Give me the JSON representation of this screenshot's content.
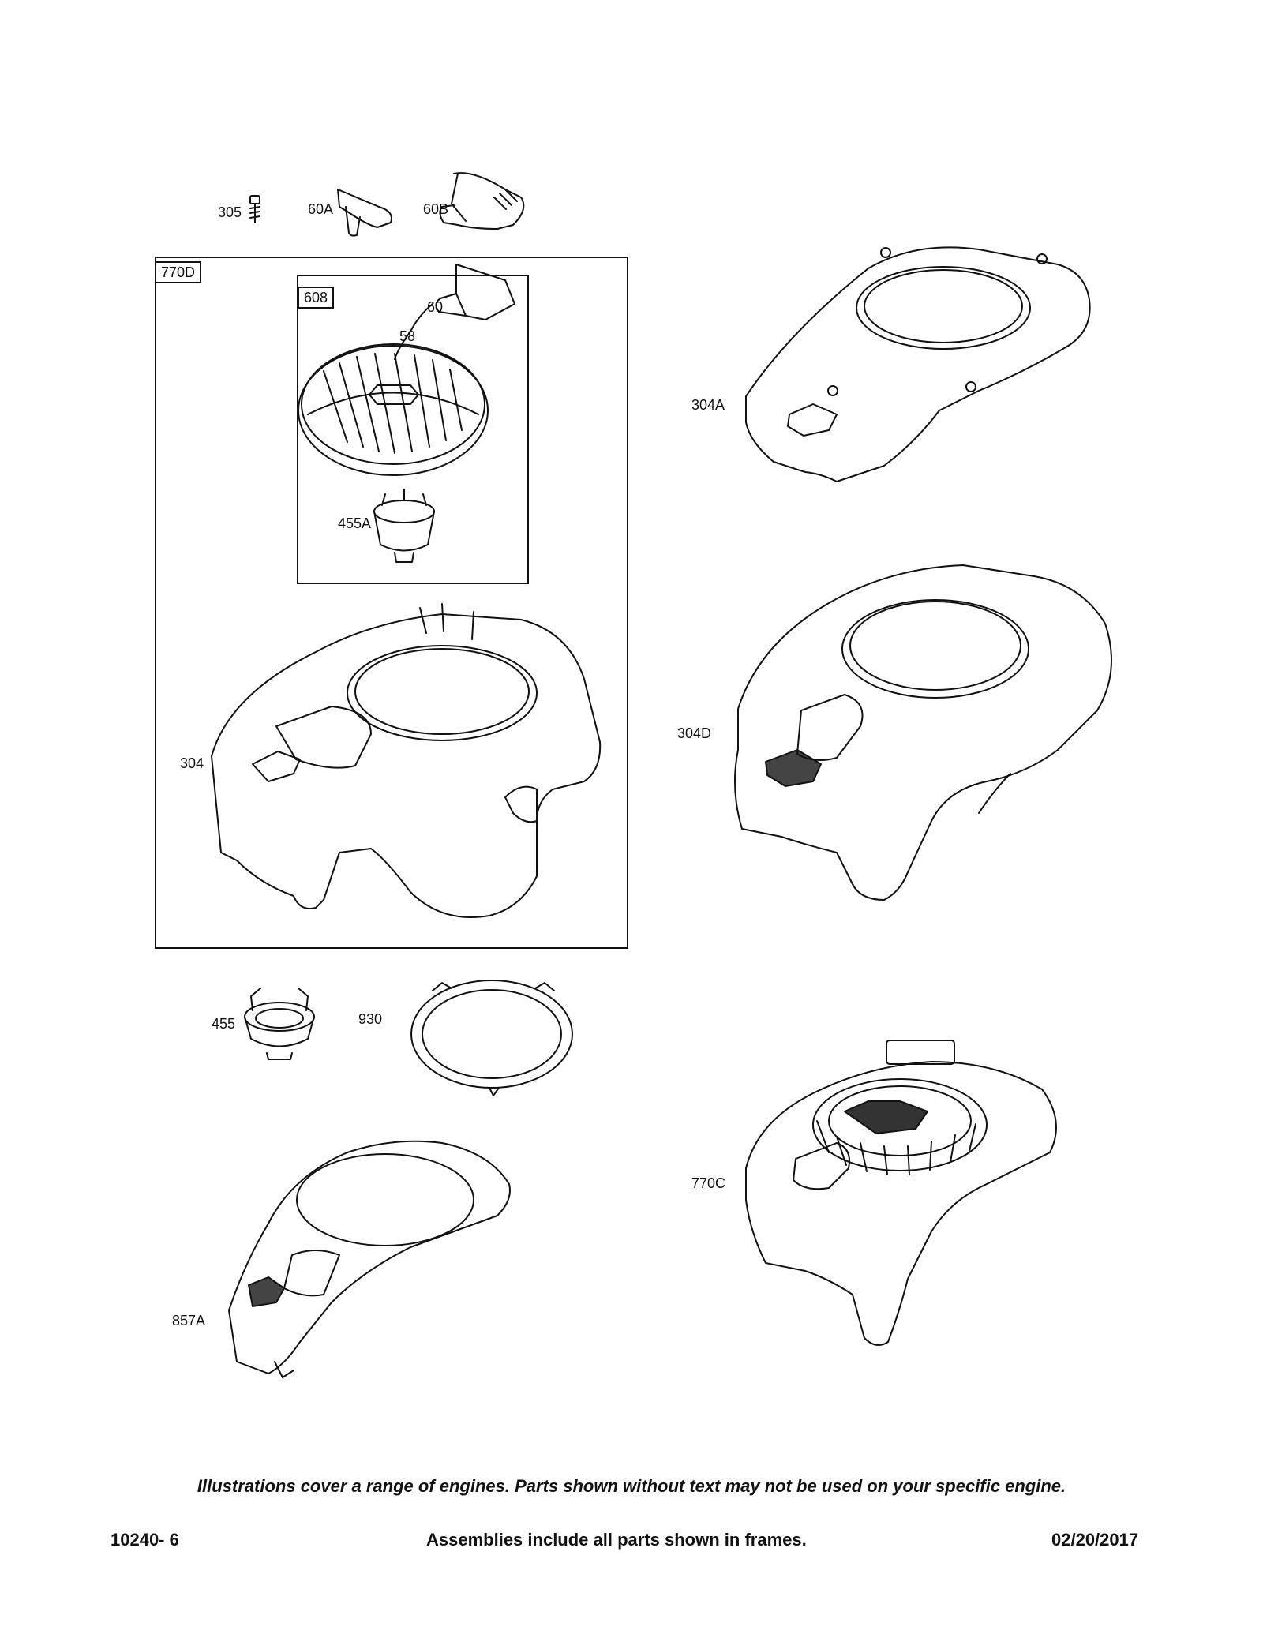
{
  "frames": {
    "outer_tag": "770D",
    "inner_tag": "608"
  },
  "callouts": {
    "c305": "305",
    "c60A": "60A",
    "c60B": "60B",
    "c60": "60",
    "c58": "58",
    "c455A": "455A",
    "c304": "304",
    "c304A": "304A",
    "c304D": "304D",
    "c455": "455",
    "c930": "930",
    "c770C": "770C",
    "c857A": "857A"
  },
  "disclaimer": "Illustrations cover a range of engines. Parts shown without text may not be used on your specific engine.",
  "footer": {
    "doc_number": "10240- 6",
    "assemblies_note": "Assemblies include all parts shown in frames.",
    "date": "02/20/2017"
  }
}
